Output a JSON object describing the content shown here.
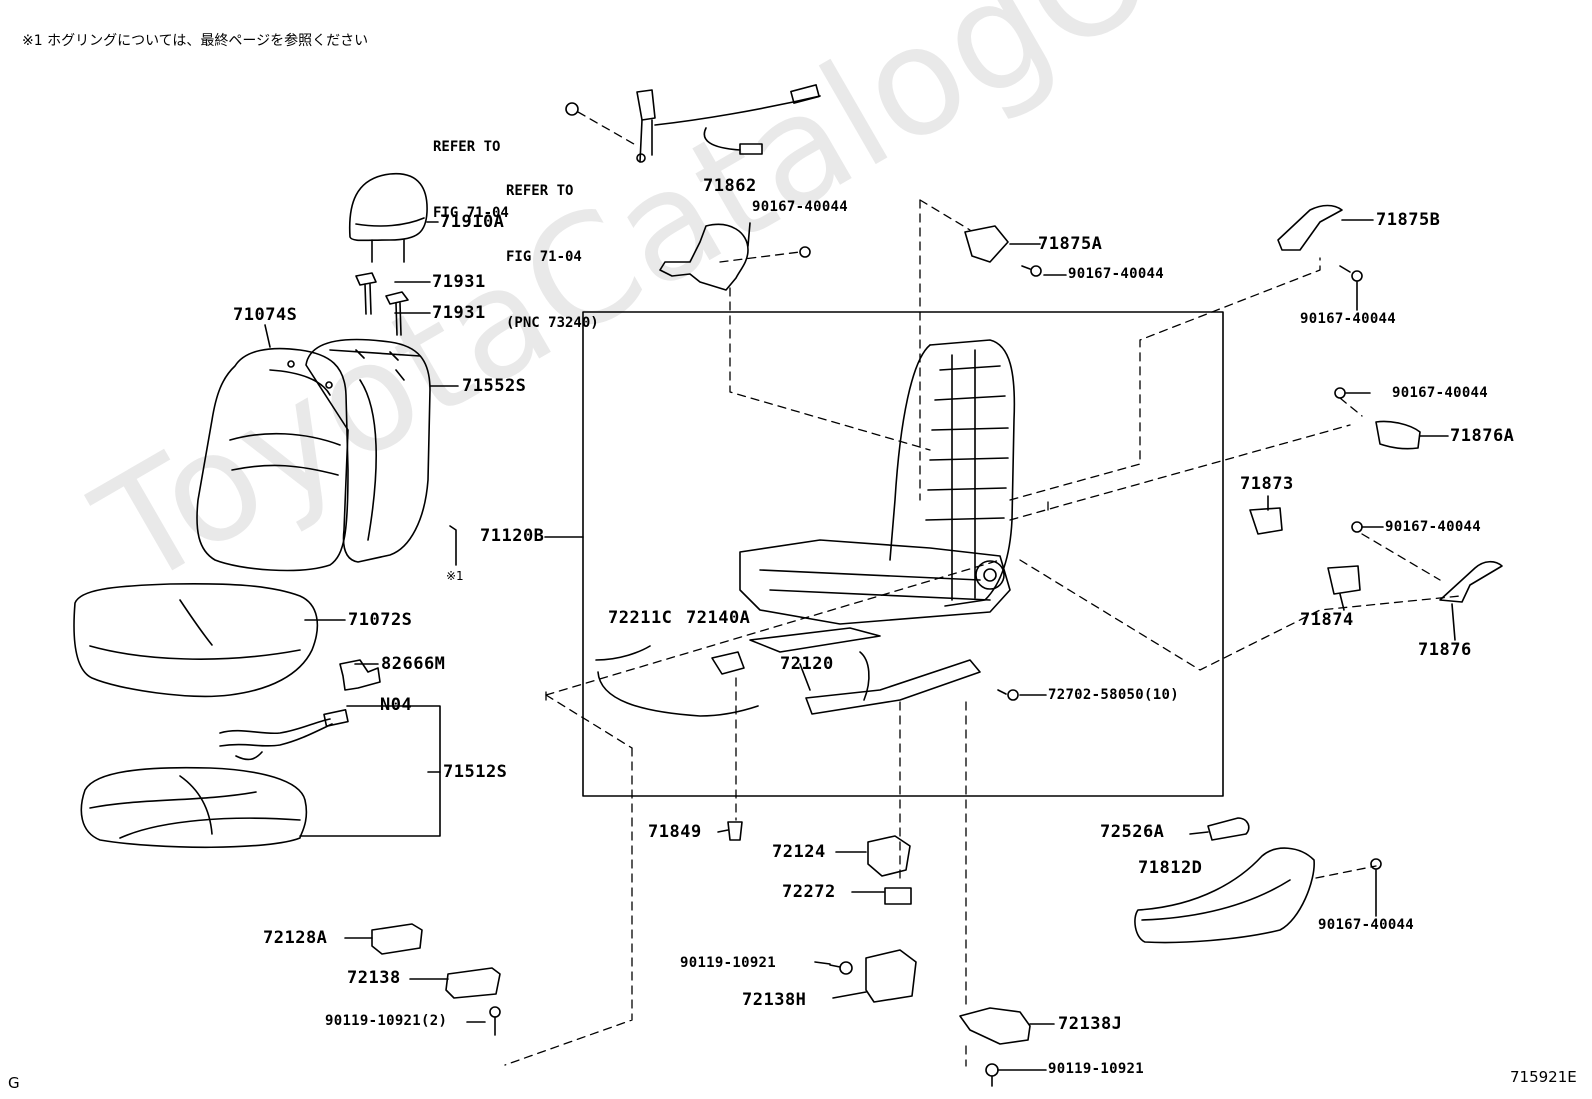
{
  "header_note": "※1 ホグリングについては、最終ページを参照ください",
  "watermark": "ToyotaCatalogOnline.ru",
  "figure_id": "715921E",
  "corner_letter": "G",
  "refer_1": [
    "REFER TO",
    "FIG 71-04"
  ],
  "refer_2": [
    "REFER TO",
    "FIG 71-04",
    "(PNC 73240)"
  ],
  "note_mark": "※1",
  "parts": {
    "p71910A": "71910A",
    "p71931_a": "71931",
    "p71931_b": "71931",
    "p71074S": "71074S",
    "p71552S": "71552S",
    "p71120B": "71120B",
    "p71072S": "71072S",
    "p82666M": "82666M",
    "pN04": "N04",
    "p71512S": "71512S",
    "p72128A": "72128A",
    "p72138": "72138",
    "p90119_10921_2": "90119-10921(2)",
    "p71862": "71862",
    "p90167_40044_a": "90167-40044",
    "p71875A": "71875A",
    "p90167_40044_b": "90167-40044",
    "p71875B": "71875B",
    "p90167_40044_c": "90167-40044",
    "p90167_40044_d": "90167-40044",
    "p71876A": "71876A",
    "p71873": "71873",
    "p90167_40044_e": "90167-40044",
    "p71874": "71874",
    "p71876": "71876",
    "p72211C": "72211C",
    "p72140A": "72140A",
    "p72120": "72120",
    "p72702_58050": "72702-58050(10)",
    "p71849": "71849",
    "p72124": "72124",
    "p72272": "72272",
    "p90119_10921_a": "90119-10921",
    "p72138H": "72138H",
    "p72138J": "72138J",
    "p90119_10921_b": "90119-10921",
    "p72526A": "72526A",
    "p71812D": "71812D",
    "p90167_40044_f": "90167-40044"
  }
}
